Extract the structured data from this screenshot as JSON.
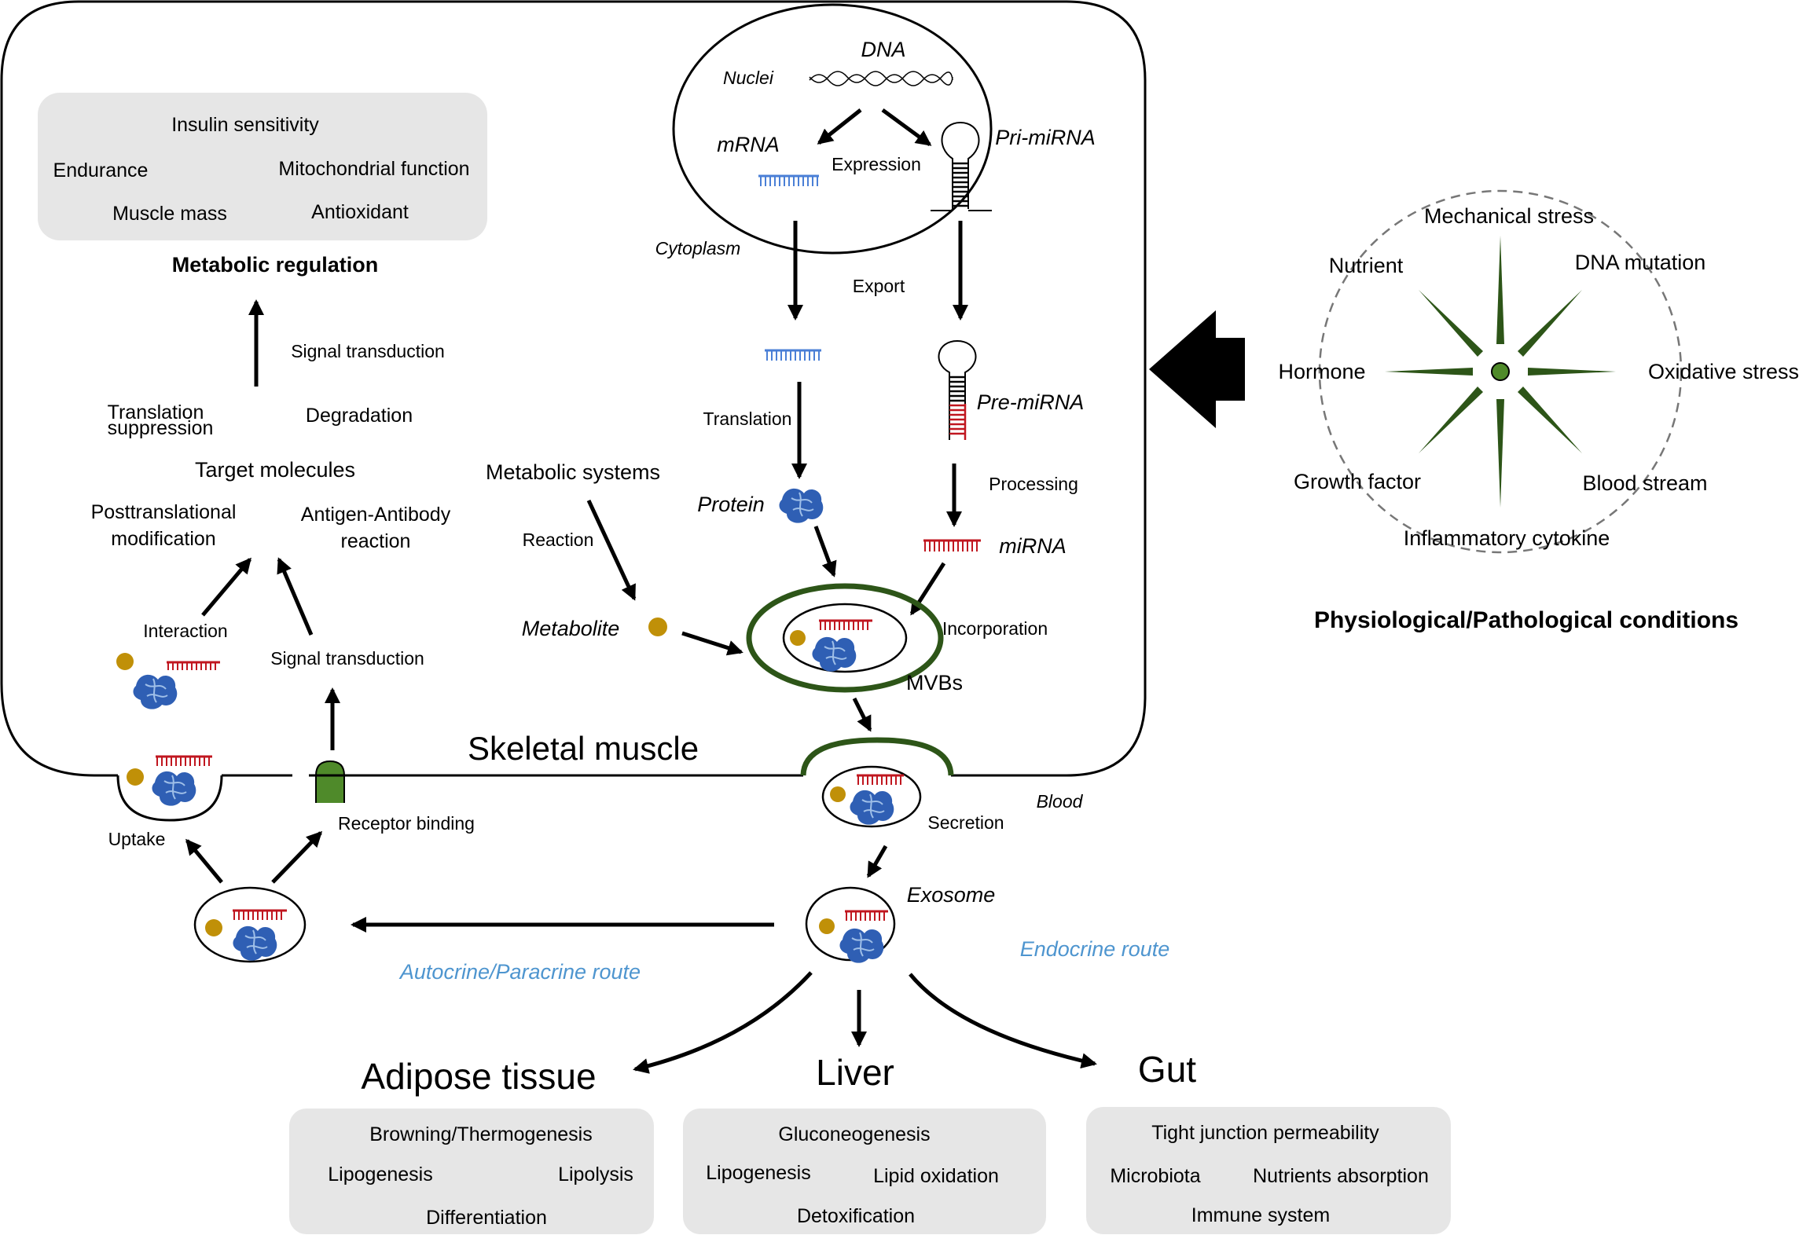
{
  "metabolic_box": {
    "items": [
      "Insulin sensitivity",
      "Endurance",
      "Mitochondrial function",
      "Muscle mass",
      "Antioxidant"
    ],
    "title": "Metabolic regulation"
  },
  "muscle_labels": {
    "signal_transduction_top": "Signal transduction",
    "translation_suppression_1": "Translation",
    "translation_suppression_2": "suppression",
    "degradation": "Degradation",
    "target_molecules": "Target molecules",
    "posttranslational_1": "Posttranslational",
    "posttranslational_2": "modification",
    "antigen_1": "Antigen-Antibody",
    "antigen_2": "reaction",
    "interaction": "Interaction",
    "signal_transduction_low": "Signal transduction",
    "skeletal_muscle": "Skeletal muscle",
    "uptake": "Uptake",
    "receptor_binding": "Receptor binding"
  },
  "nucleus": {
    "dna": "DNA",
    "nuclei": "Nuclei",
    "mrna": "mRNA",
    "expression": "Expression",
    "pri_mirna": "Pri-miRNA"
  },
  "cytoplasm": {
    "label": "Cytoplasm",
    "export": "Export",
    "translation": "Translation",
    "pre_mirna": "Pre-miRNA",
    "processing": "Processing",
    "protein": "Protein",
    "mirna": "miRNA",
    "metabolic_systems": "Metabolic systems",
    "reaction": "Reaction",
    "metabolite": "Metabolite",
    "incorporation": "Incorporation",
    "mvbs": "MVBs"
  },
  "blood": {
    "label": "Blood",
    "secretion": "Secretion",
    "exosome": "Exosome",
    "endocrine": "Endocrine route",
    "autocrine": "Autocrine/Paracrine route"
  },
  "conditions": {
    "mechanical_stress": "Mechanical stress",
    "nutrient": "Nutrient",
    "dna_mutation": "DNA mutation",
    "hormone": "Hormone",
    "oxidative_stress": "Oxidative stress",
    "growth_factor": "Growth factor",
    "blood_stream": "Blood stream",
    "inflammatory_cytokine": "Inflammatory cytokine",
    "title": "Physiological/Pathological conditions"
  },
  "organs": [
    {
      "name": "Adipose tissue",
      "items": [
        "Browning/Thermogenesis",
        "Lipogenesis",
        "Lipolysis",
        "Differentiation"
      ]
    },
    {
      "name": "Liver",
      "items": [
        "Gluconeogenesis",
        "Lipogenesis",
        "Lipid oxidation",
        "Detoxification"
      ]
    },
    {
      "name": "Gut",
      "items": [
        "Tight junction permeability",
        "Microbiota",
        "Nutrients absorption",
        "Immune system"
      ]
    }
  ],
  "colors": {
    "box_fill": "#e6e6e6",
    "mirna_red": "#c0161f",
    "mrna_blue": "#4a7fd6",
    "protein_blue": "#2f5fb4",
    "metabolite_gold": "#c09008",
    "membrane_green": "#2d5518",
    "receptor_green": "#4f8a2a",
    "route_blue": "#4e95cf"
  }
}
